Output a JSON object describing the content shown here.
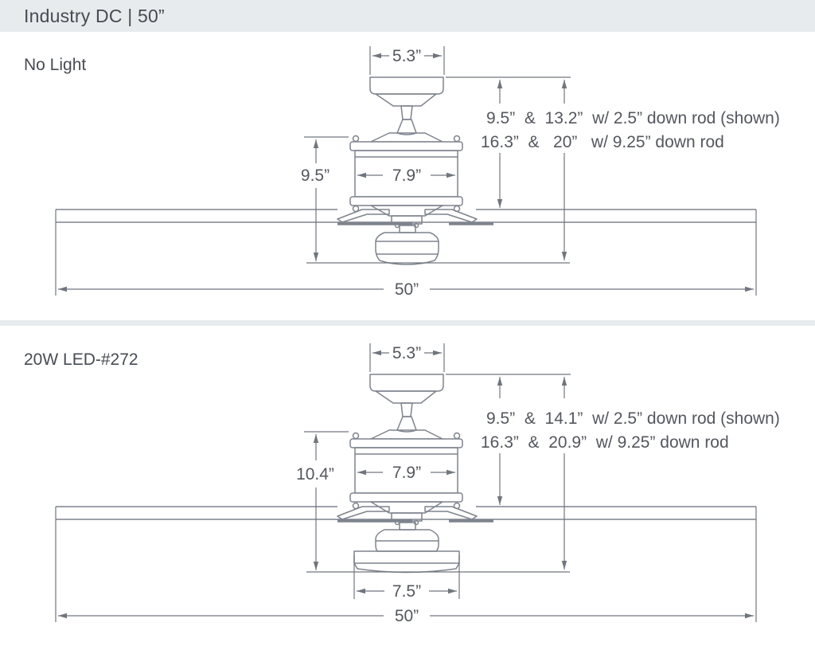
{
  "header": {
    "title": "Industry DC | 50”"
  },
  "colors": {
    "band": "#e8ebee",
    "line": "#7e848d",
    "dim": "#70767e",
    "text": "#54575e",
    "heading": "#474c54"
  },
  "sections": [
    {
      "label": "No Light",
      "dims": {
        "canopy_width": "5.3”",
        "hanging_height": "9.5”",
        "motor_width": "7.9”",
        "blade_span": "50”",
        "rod_note_line1": "9.5”  &  13.2”  w/ 2.5” down rod (shown)",
        "rod_note_line2": "16.3”  &   20”   w/ 9.25” down rod"
      }
    },
    {
      "label": "20W LED-#272",
      "dims": {
        "canopy_width": "5.3”",
        "hanging_height": "10.4”",
        "motor_width": "7.9”",
        "light_kit_width": "7.5”",
        "blade_span": "50”",
        "rod_note_line1": "9.5”  &  14.1”  w/ 2.5” down rod (shown)",
        "rod_note_line2": "16.3”  &  20.9”  w/ 9.25” down rod"
      }
    }
  ]
}
